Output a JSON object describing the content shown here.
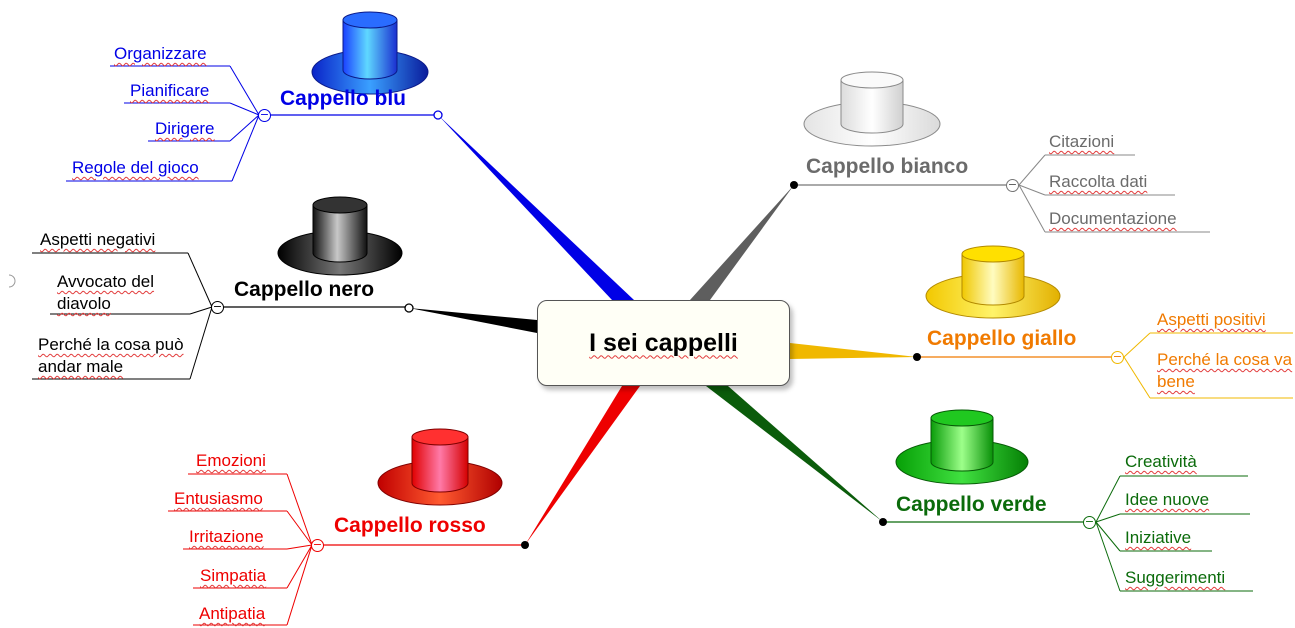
{
  "central": "I sei cappelli",
  "hats": [
    {
      "key": "blu",
      "label": "Cappello blu",
      "color": "#0000e6",
      "items": [
        "Organizzare",
        "Pianificare",
        "Dirigere",
        "Regole del gioco"
      ]
    },
    {
      "key": "nero",
      "label": "Cappello nero",
      "color": "#000000",
      "items": [
        "Aspetti negativi",
        "Avvocato del diavolo",
        "Perché la cosa può andar male"
      ]
    },
    {
      "key": "rosso",
      "label": "Cappello rosso",
      "color": "#ee0000",
      "items": [
        "Emozioni",
        "Entusiasmo",
        "Irritazione",
        "Simpatia",
        "Antipatia"
      ]
    },
    {
      "key": "bianco",
      "label": "Cappello bianco",
      "color": "#6b6b6b",
      "items": [
        "Citazioni",
        "Raccolta dati",
        "Documentazione"
      ]
    },
    {
      "key": "giallo",
      "label": "Cappello giallo",
      "color": "#f07a00",
      "items": [
        "Aspetti positivi",
        "Perché la cosa va bene"
      ]
    },
    {
      "key": "verde",
      "label": "Cappello verde",
      "color": "#0b6b0b",
      "items": [
        "Creatività",
        "Idee nuove",
        "Iniziative",
        "Suggerimenti"
      ]
    }
  ],
  "toggle_symbol": "−"
}
